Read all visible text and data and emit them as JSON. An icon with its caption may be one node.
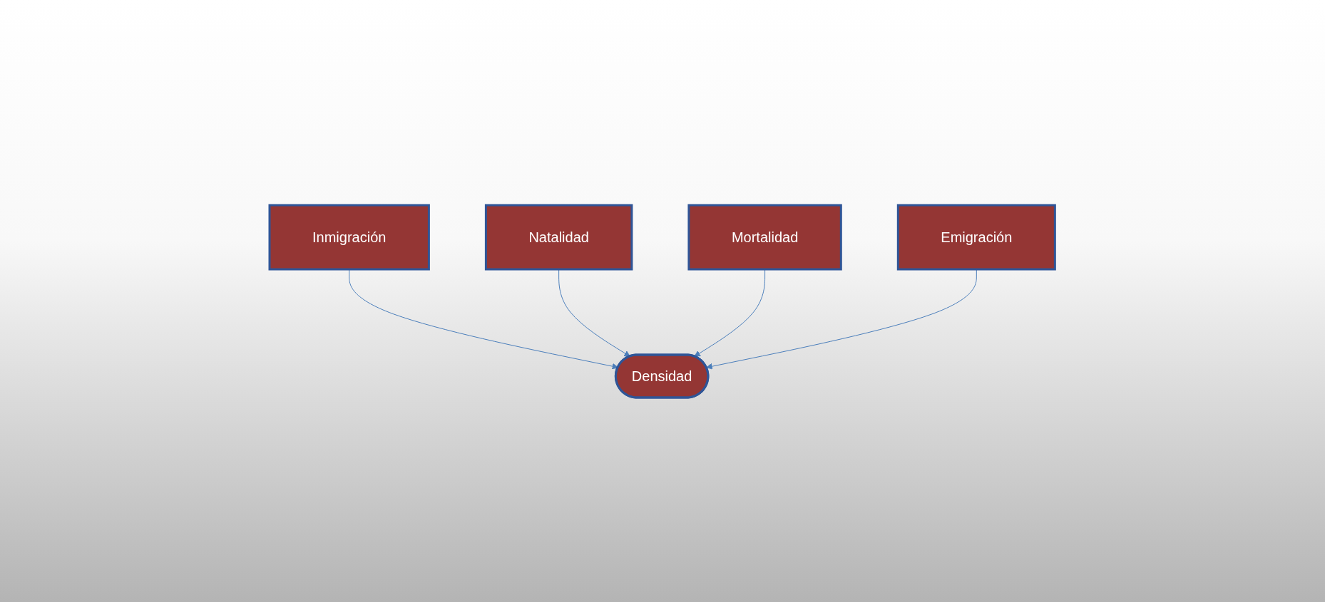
{
  "diagram": {
    "nodes": [
      {
        "text": [
          "Inmigración"
        ]
      },
      {
        "text": [
          "Natalidad"
        ]
      },
      {
        "text": [
          "Densidad"
        ]
      },
      {
        "text": [
          "Mortalidad"
        ]
      },
      {
        "text": [
          "Emigración"
        ]
      }
    ],
    "edges": [
      {
        "from": 0,
        "to": 2,
        "arrow": "to"
      },
      {
        "from": 1,
        "to": 2,
        "arrow": "to"
      },
      {
        "from": 3,
        "to": 2,
        "arrow": "to"
      },
      {
        "from": 4,
        "to": 2,
        "arrow": "to"
      }
    ]
  }
}
